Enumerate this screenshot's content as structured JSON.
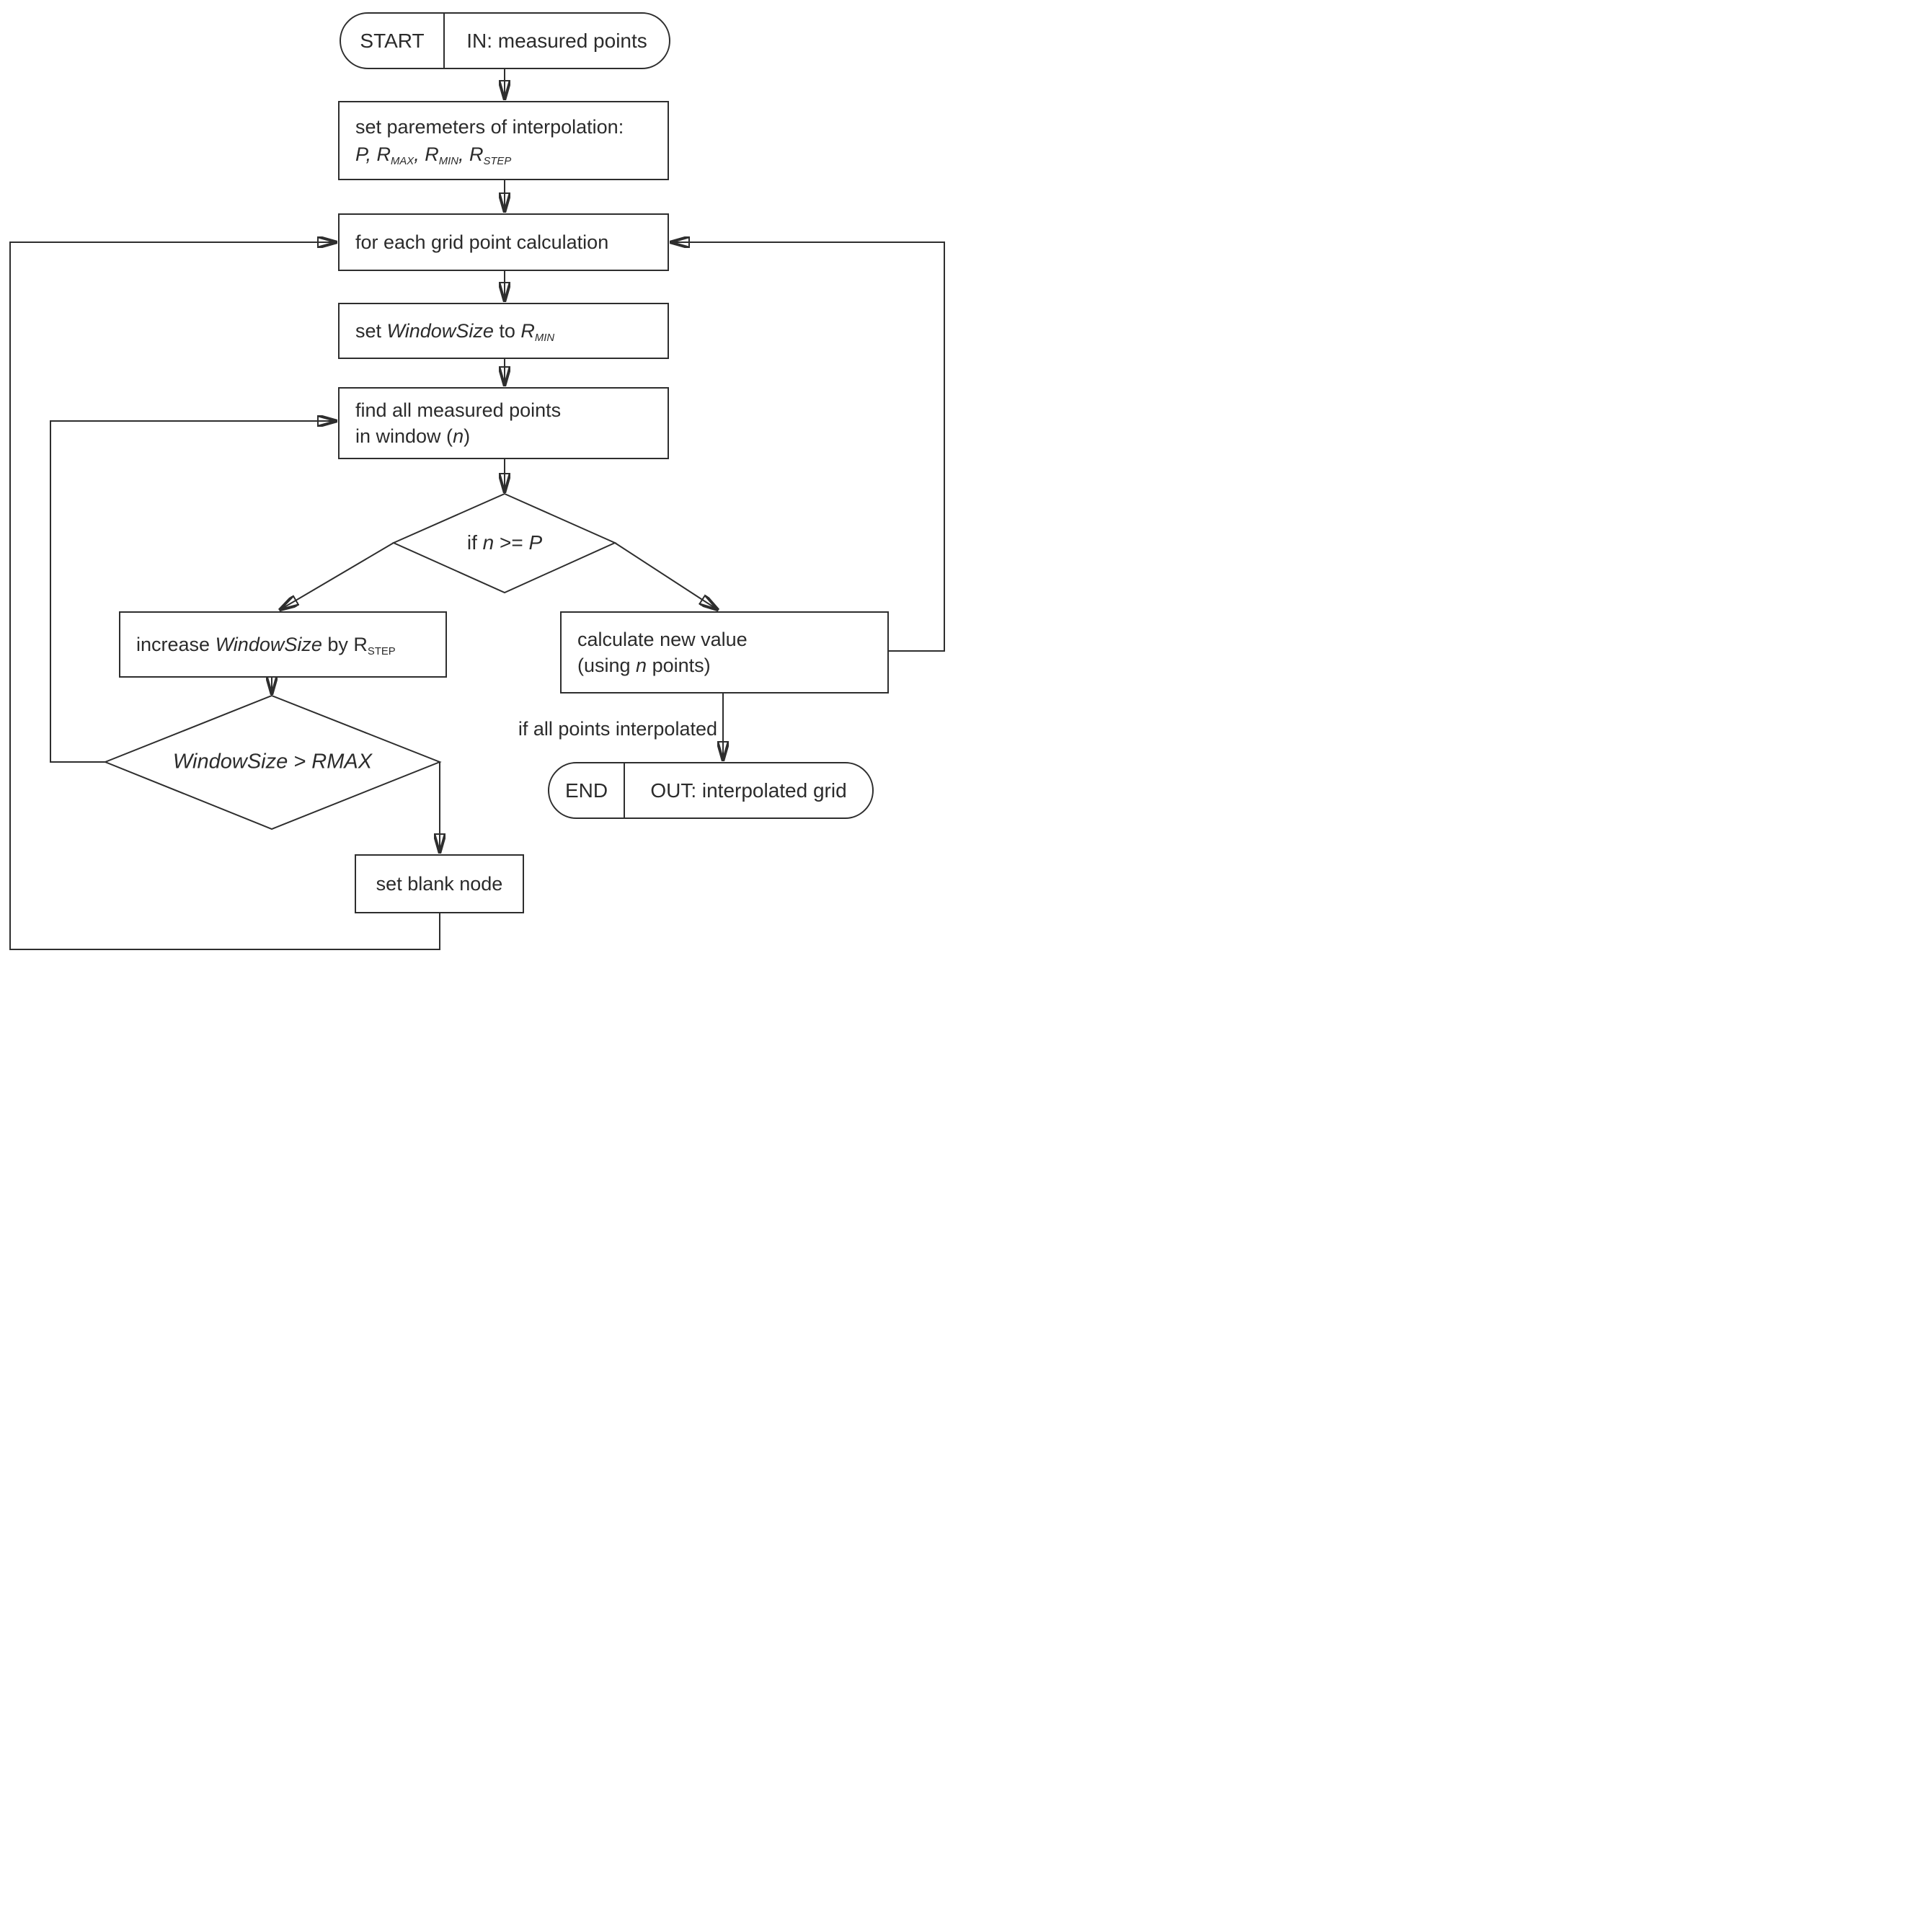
{
  "canvas": {
    "background_color": "#ffffff",
    "line_color": "#2e2e2e",
    "text_color": "#2b2b2b"
  },
  "nodes": {
    "start": {
      "left": "START",
      "right": "IN: measured points"
    },
    "set_params": {
      "lines": [
        [
          {
            "t": "set paremeters of interpolation:"
          }
        ],
        [
          {
            "t": "P, R",
            "i": 1
          },
          {
            "t": "MAX",
            "i": 1,
            "s": 1
          },
          {
            "t": ", ",
            "i": 1
          },
          {
            "t": "R",
            "i": 1
          },
          {
            "t": "MIN",
            "i": 1,
            "s": 1
          },
          {
            "t": ", ",
            "i": 1
          },
          {
            "t": "R",
            "i": 1
          },
          {
            "t": "STEP",
            "i": 1,
            "s": 1
          }
        ]
      ]
    },
    "for_each": {
      "label": "for each grid point calculation"
    },
    "set_window": {
      "lines": [
        [
          {
            "t": "set "
          },
          {
            "t": "WindowSize",
            "i": 1
          },
          {
            "t": " to "
          },
          {
            "t": "R",
            "i": 1
          },
          {
            "t": "MIN",
            "i": 1,
            "s": 1
          }
        ]
      ]
    },
    "find_points": {
      "lines": [
        [
          {
            "t": "find all measured points"
          }
        ],
        [
          {
            "t": "in window ("
          },
          {
            "t": "n",
            "i": 1
          },
          {
            "t": ")"
          }
        ]
      ]
    },
    "cond_n_ge_p": {
      "lines": [
        [
          {
            "t": "if "
          },
          {
            "t": "n",
            "i": 1
          },
          {
            "t": " >= "
          },
          {
            "t": "P",
            "i": 1
          }
        ]
      ]
    },
    "increase_window": {
      "lines": [
        [
          {
            "t": "increase "
          },
          {
            "t": "WindowSize",
            "i": 1
          },
          {
            "t": " by R"
          },
          {
            "t": "STEP",
            "s": 1
          }
        ]
      ]
    },
    "cond_window_rmax": {
      "lines": [
        [
          {
            "t": "WindowSize > RMAX",
            "i": 1
          }
        ]
      ]
    },
    "calc_value": {
      "lines": [
        [
          {
            "t": "calculate new value"
          }
        ],
        [
          {
            "t": "(using "
          },
          {
            "t": "n",
            "i": 1
          },
          {
            "t": " points)"
          }
        ]
      ]
    },
    "set_blank": {
      "label": "set blank node"
    },
    "end": {
      "left": "END",
      "right": "OUT: interpolated grid"
    }
  },
  "labels": {
    "all_interpolated": "if all points interpolated"
  }
}
